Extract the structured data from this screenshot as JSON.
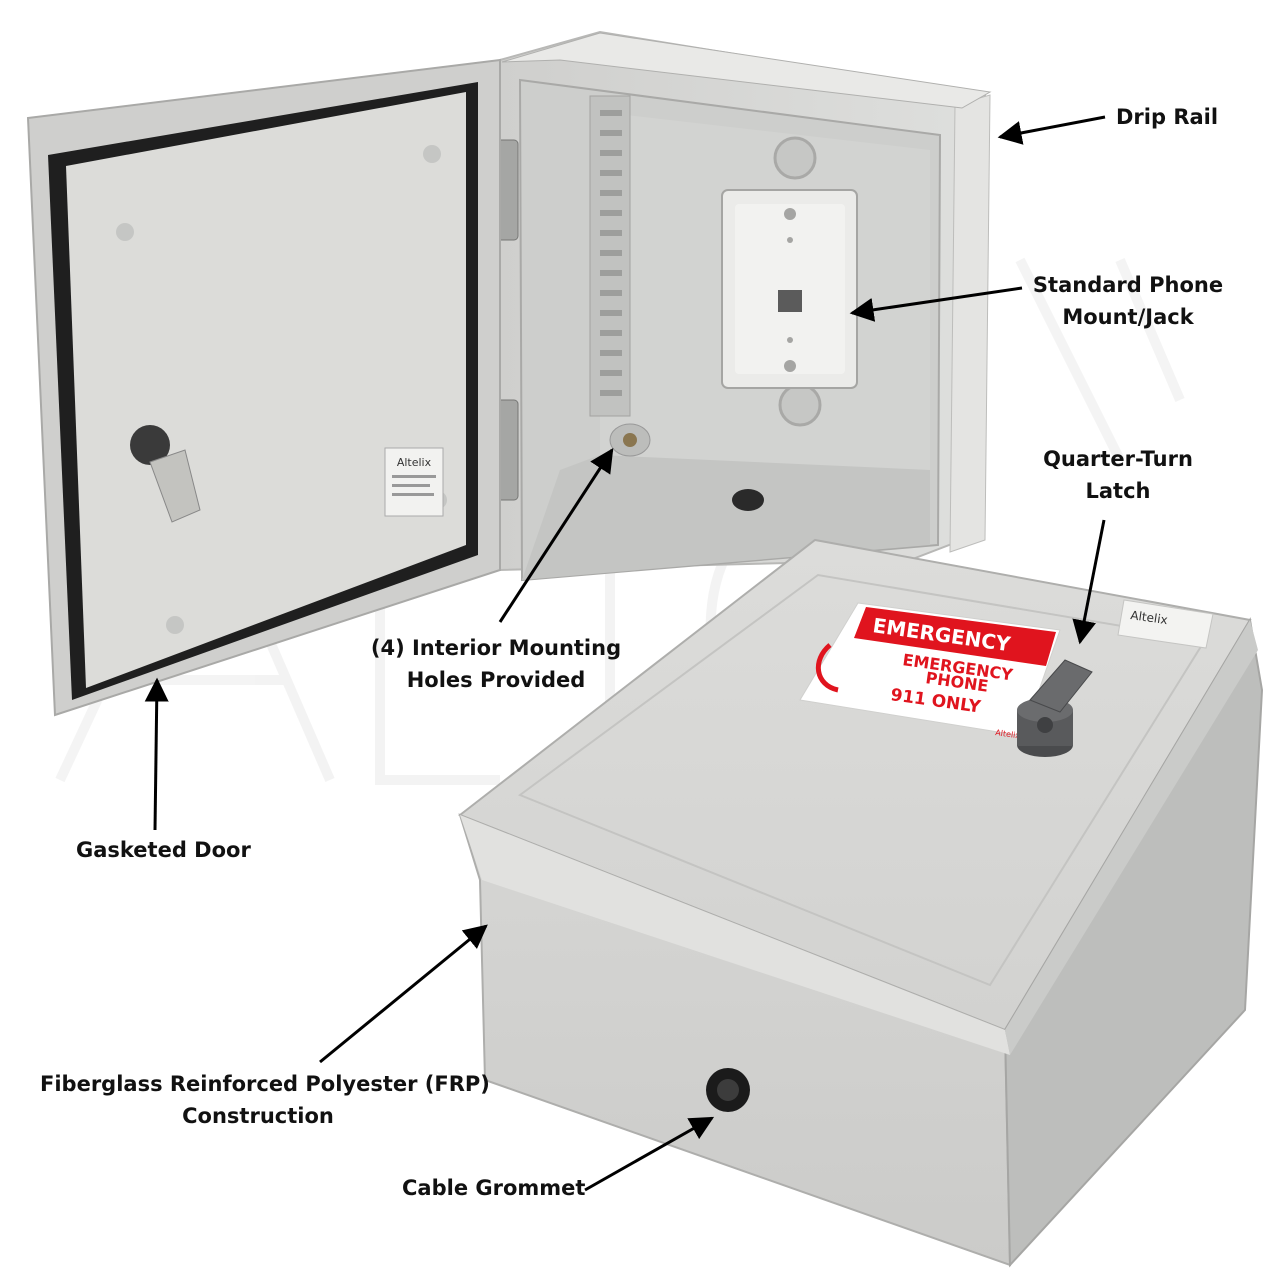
{
  "callouts": {
    "drip_rail": "Drip Rail",
    "phone_mount": [
      "Standard Phone",
      "Mount/Jack"
    ],
    "latch": [
      "Quarter-Turn",
      "Latch"
    ],
    "mounting_holes": [
      "(4) Interior Mounting",
      "Holes Provided"
    ],
    "gasketed_door": "Gasketed Door",
    "construction": [
      "Fiberglass Reinforced Polyester (FRP)",
      "Construction"
    ],
    "cable_grommet": "Cable Grommet"
  },
  "sign": {
    "header": "EMERGENCY",
    "line1": "EMERGENCY",
    "line2": "PHONE",
    "line3": "911 ONLY",
    "brand": "Altelix"
  },
  "door_label": {
    "brand": "Altelix"
  },
  "lid_label": {
    "brand": "Altelix"
  },
  "watermark": "Altelix",
  "colors": {
    "enclosure": "#d9d9d7",
    "sign_red": "#e0141e",
    "latch": "#595a5c",
    "arrow": "#000000"
  }
}
